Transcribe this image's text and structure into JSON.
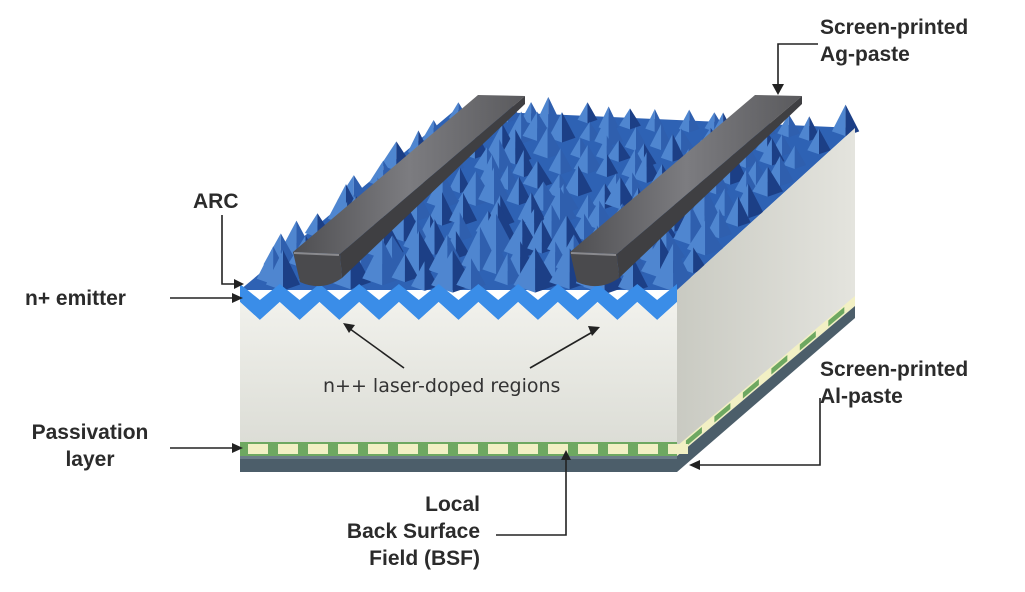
{
  "labels": {
    "ag_paste": [
      "Screen-printed",
      "Ag-paste"
    ],
    "arc": "ARC",
    "emitter": "n+ emitter",
    "laser_doped": "n++ laser-doped regions",
    "passivation": [
      "Passivation",
      "layer"
    ],
    "al_paste": [
      "Screen-printed",
      "Al-paste"
    ],
    "bsf": [
      "Local",
      "Back Surface",
      "Field (BSF)"
    ]
  },
  "colors": {
    "texture_light": "#4f86d0",
    "texture_mid": "#2f5fae",
    "texture_dark": "#1c3f86",
    "emitter_blue": "#3a8de8",
    "wafer_front": "#e6e6e0",
    "wafer_side": "#cfd0c8",
    "finger": "#5b5b5e",
    "passivation_green": "#6ea861",
    "passivation_cream": "#f2f0c4",
    "al_paste": "#4c5e6a",
    "arrow": "#222222"
  }
}
